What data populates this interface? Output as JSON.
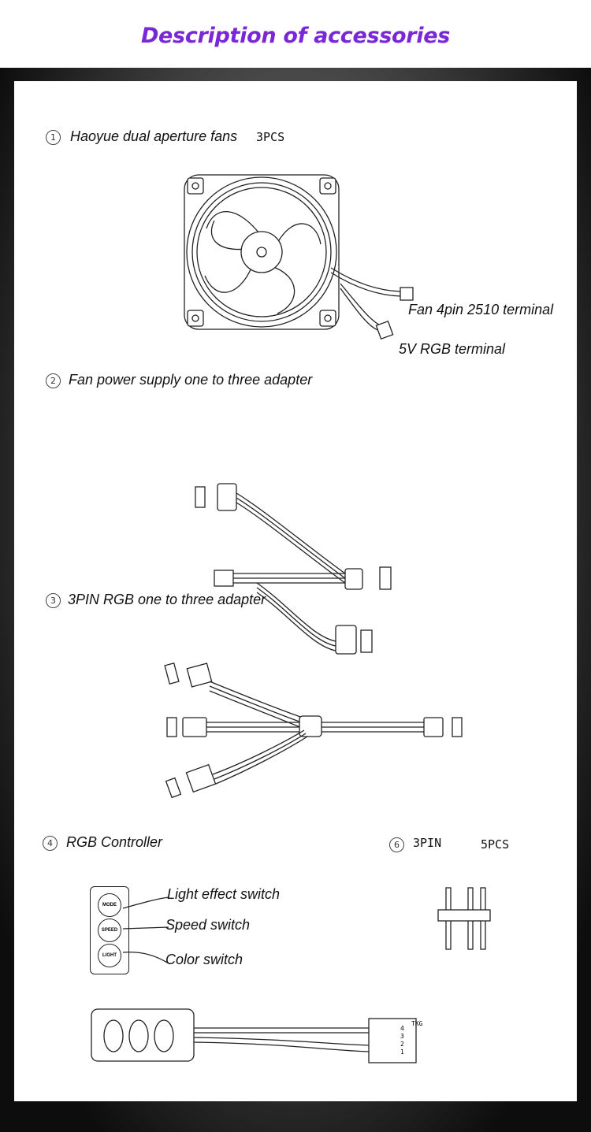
{
  "header": {
    "title": "Description of accessories"
  },
  "items": [
    {
      "num": "1",
      "label": "Haoyue dual aperture fans",
      "qty": "3PCS"
    },
    {
      "num": "2",
      "label": "Fan power supply one to three adapter"
    },
    {
      "num": "3",
      "label": "3PIN RGB one to three adapter"
    },
    {
      "num": "4",
      "label": "RGB Controller"
    },
    {
      "num": "6",
      "label": "3PIN",
      "qty": "5PCS"
    }
  ],
  "fan_callouts": {
    "fan_terminal": "Fan 4pin 2510 terminal",
    "rgb_terminal": "5V RGB terminal"
  },
  "controller_callouts": {
    "light": "Light effect switch",
    "speed": "Speed switch",
    "color": "Color switch"
  },
  "controller_buttons": {
    "mode": "MODE",
    "speed": "SPEED",
    "light": "LIGHT"
  },
  "plug_pins": [
    "1",
    "2",
    "3",
    "4"
  ],
  "plug_tag": "TKG"
}
